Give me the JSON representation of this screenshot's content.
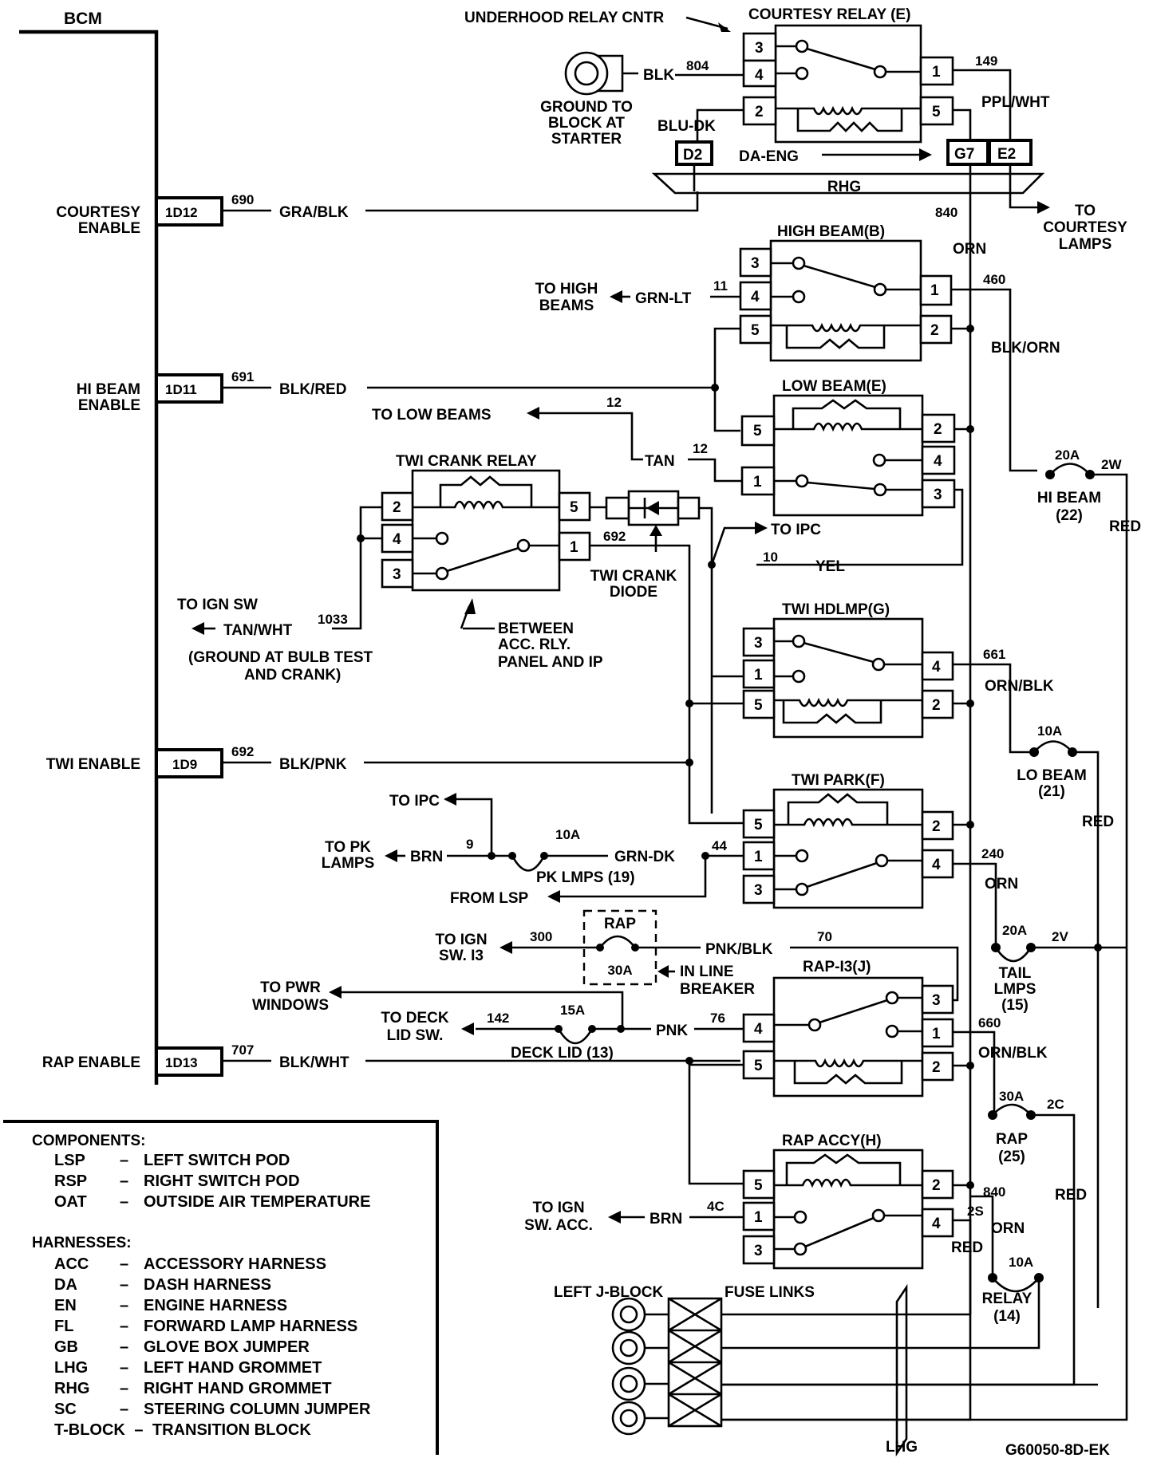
{
  "bcm": {
    "title": "BCM",
    "outputs": [
      {
        "label_lines": [
          "COURTESY",
          "ENABLE"
        ],
        "pin": "1D12",
        "circuit": "690",
        "wire": "GRA/BLK"
      },
      {
        "label_lines": [
          "HI BEAM",
          "ENABLE"
        ],
        "pin": "1D11",
        "circuit": "691",
        "wire": "BLK/RED"
      },
      {
        "label_lines": [
          "TWI ENABLE"
        ],
        "pin": "1D9",
        "circuit": "692",
        "wire": "BLK/PNK"
      },
      {
        "label_lines": [
          "RAP ENABLE"
        ],
        "pin": "1D13",
        "circuit": "707",
        "wire": "BLK/WHT"
      }
    ]
  },
  "relays": {
    "courtesy": {
      "title": "COURTESY RELAY (E)",
      "location_note": "UNDERHOOD RELAY CNTR",
      "pins_left": [
        "3",
        "4",
        "2"
      ],
      "pins_right": [
        "1",
        "5"
      ]
    },
    "high_beam": {
      "title": "HIGH BEAM(B)",
      "pins_left": [
        "3",
        "4",
        "5"
      ],
      "pins_right": [
        "1",
        "2"
      ]
    },
    "low_beam": {
      "title": "LOW BEAM(E)",
      "pins_left": [
        "5",
        "1"
      ],
      "pins_right": [
        "2",
        "4",
        "3"
      ]
    },
    "twi_crank": {
      "title": "TWI CRANK RELAY",
      "pins_left": [
        "2",
        "4",
        "3"
      ],
      "pins_right": [
        "5",
        "1"
      ]
    },
    "twi_hdlmp": {
      "title": "TWI HDLMP(G)",
      "pins_left": [
        "3",
        "1",
        "5"
      ],
      "pins_right": [
        "4",
        "2"
      ]
    },
    "twi_park": {
      "title": "TWI PARK(F)",
      "pins_left": [
        "5",
        "1",
        "3"
      ],
      "pins_right": [
        "2",
        "4"
      ]
    },
    "rap_i3": {
      "title": "RAP-I3(J)",
      "pins_left": [
        "4",
        "5"
      ],
      "pins_right": [
        "3",
        "1",
        "2"
      ]
    },
    "rap_accy": {
      "title": "RAP ACCY(H)",
      "pins_left": [
        "5",
        "1",
        "3"
      ],
      "pins_right": [
        "2",
        "4"
      ]
    }
  },
  "ground": {
    "label_lines": [
      "GROUND TO",
      "BLOCK AT",
      "STARTER"
    ],
    "wire": "BLK",
    "circuit": "804"
  },
  "connectors": {
    "d2": "D2",
    "g7": "G7",
    "e2": "E2",
    "rhg": "RHG",
    "lhg": "LHG",
    "da_eng": "DA-ENG"
  },
  "wires": {
    "blu_dk": "BLU-DK",
    "c149": "149",
    "ppl_wht": "PPL/WHT",
    "c840": "840",
    "orn": "ORN",
    "to_courtesy_lamps": [
      "TO",
      "COURTESY",
      "LAMPS"
    ],
    "to_high_beams": [
      "TO HIGH",
      "BEAMS"
    ],
    "grn_lt": "GRN-LT",
    "c11": "11",
    "c460": "460",
    "blk_orn": "BLK/ORN",
    "to_low_beams": "TO LOW BEAMS",
    "c12a": "12",
    "tan": "TAN",
    "c12b": "12",
    "to_ipc_1": "TO IPC",
    "c10": "10",
    "yel": "YEL",
    "c692b": "692",
    "twi_crank_diode": [
      "TWI CRANK",
      "DIODE"
    ],
    "to_ign_sw": "TO IGN SW",
    "tan_wht": "TAN/WHT",
    "c1033": "1033",
    "ground_note": [
      "(GROUND AT BULB TEST",
      "AND CRANK)"
    ],
    "between_note": [
      "BETWEEN",
      "ACC. RLY.",
      "PANEL AND IP"
    ],
    "c661": "661",
    "orn_blk_1": "ORN/BLK",
    "to_ipc_2": "TO IPC",
    "to_pk_lamps": [
      "TO PK",
      "LAMPS"
    ],
    "brn_1": "BRN",
    "c9": "9",
    "grn_dk": "GRN-DK",
    "c44": "44",
    "from_lsp": "FROM LSP",
    "c240": "240",
    "orn_2": "ORN",
    "to_ign_sw_i3": [
      "TO IGN",
      "SW. I3"
    ],
    "c300": "300",
    "pnk_blk": "PNK/BLK",
    "c70": "70",
    "in_line_breaker": [
      "IN LINE",
      "BREAKER"
    ],
    "to_pwr_windows": [
      "TO PWR",
      "WINDOWS"
    ],
    "to_deck_lid_sw": [
      "TO DECK",
      "LID SW."
    ],
    "c142": "142",
    "pnk": "PNK",
    "c76": "76",
    "c660": "660",
    "orn_blk_2": "ORN/BLK",
    "to_ign_sw_acc": [
      "TO IGN",
      "SW. ACC."
    ],
    "brn_2": "BRN",
    "c4c": "4C",
    "c840b": "840",
    "c2s": "2S",
    "orn_3": "ORN",
    "red_1": "RED",
    "c2w": "2W",
    "c2v": "2V",
    "c2c": "2C",
    "red_2": "RED",
    "red_3": "RED",
    "red_4": "RED"
  },
  "fuses": {
    "hi_beam": {
      "rating": "20A",
      "label_lines": [
        "HI BEAM",
        "(22)"
      ]
    },
    "lo_beam": {
      "rating": "10A",
      "label_lines": [
        "LO BEAM",
        "(21)"
      ]
    },
    "pk_lmps": {
      "rating": "10A",
      "label": "PK LMPS (19)"
    },
    "rap_breaker": {
      "rating": "30A",
      "label": "RAP"
    },
    "deck_lid": {
      "rating": "15A",
      "label": "DECK LID (13)"
    },
    "tail_lmps": {
      "rating": "20A",
      "label_lines": [
        "TAIL",
        "LMPS",
        "(15)"
      ]
    },
    "rap": {
      "rating": "30A",
      "label_lines": [
        "RAP",
        "(25)"
      ]
    },
    "relay": {
      "rating": "10A",
      "label_lines": [
        "RELAY",
        "(14)"
      ]
    }
  },
  "power_source": {
    "left_j_block": "LEFT J-BLOCK",
    "fuse_links": "FUSE LINKS"
  },
  "legend": {
    "components_heading": "COMPONENTS:",
    "components": [
      {
        "abbr": "LSP",
        "desc": "LEFT SWITCH POD"
      },
      {
        "abbr": "RSP",
        "desc": "RIGHT SWITCH POD"
      },
      {
        "abbr": "OAT",
        "desc": "OUTSIDE AIR TEMPERATURE"
      }
    ],
    "harnesses_heading": "HARNESSES:",
    "harnesses": [
      {
        "abbr": "ACC",
        "desc": "ACCESSORY HARNESS"
      },
      {
        "abbr": "DA",
        "desc": "DASH HARNESS"
      },
      {
        "abbr": "EN",
        "desc": "ENGINE HARNESS"
      },
      {
        "abbr": "FL",
        "desc": "FORWARD LAMP HARNESS"
      },
      {
        "abbr": "GB",
        "desc": "GLOVE BOX JUMPER"
      },
      {
        "abbr": "LHG",
        "desc": "LEFT HAND GROMMET"
      },
      {
        "abbr": "RHG",
        "desc": "RIGHT HAND GROMMET"
      },
      {
        "abbr": "SC",
        "desc": "STEERING COLUMN JUMPER"
      },
      {
        "abbr": "T-BLOCK",
        "desc": "TRANSITION BLOCK"
      }
    ]
  },
  "figure_id": "G60050-8D-EK"
}
